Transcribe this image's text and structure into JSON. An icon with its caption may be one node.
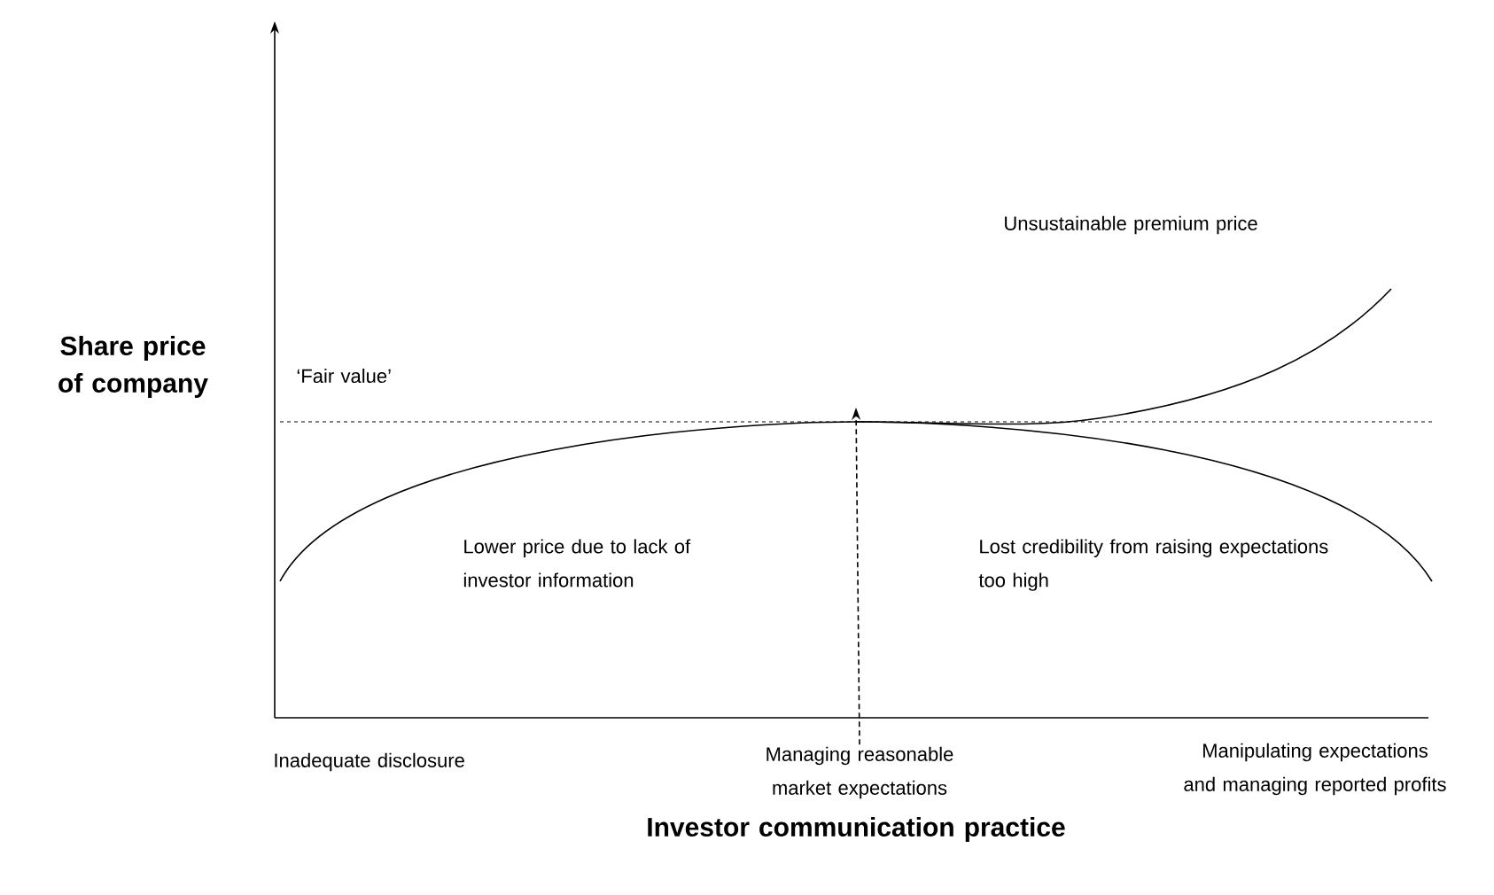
{
  "diagram": {
    "nodes": [
      {
        "text": [
          "Managing reasonable market expectations"
        ]
      },
      {
        "text": [],
        "shape": "curve"
      }
    ],
    "edges": [
      {
        "from": 0,
        "to": 1,
        "arrow": "to",
        "style": "dashed"
      }
    ],
    "labels": [
      "Unsustainable premium price",
      "Share price of company",
      "‘Fair value’",
      "Lower price due to lack of investor information",
      "Lost credibility from raising expectations too high",
      "Inadequate disclosure",
      "Manipulating expectations and managing reported profits",
      "Investor communication practice"
    ]
  }
}
